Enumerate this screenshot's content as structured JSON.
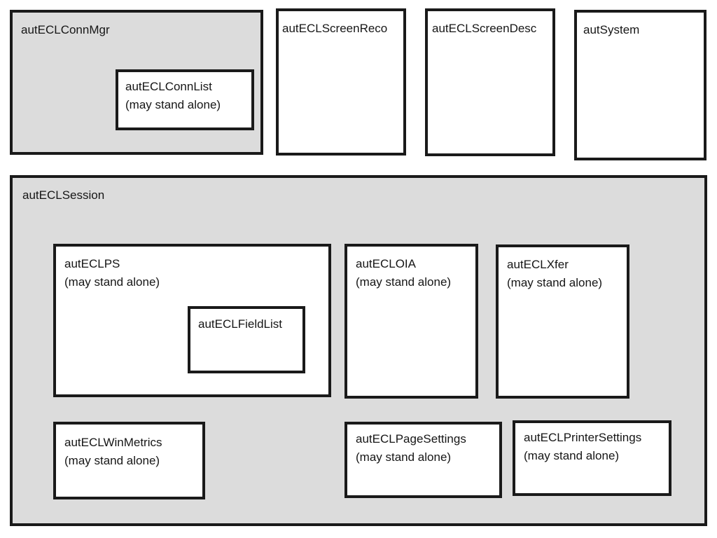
{
  "diagram": {
    "colors": {
      "container_fill": "#dcdcdc",
      "object_fill": "#ffffff",
      "border": "#1a1a1a",
      "text": "#161616"
    },
    "boxes": {
      "conn_mgr": {
        "label": "autECLConnMgr"
      },
      "conn_list": {
        "label": "autECLConnList",
        "note": "(may stand alone)"
      },
      "screen_reco": {
        "label": "autECLScreenReco"
      },
      "screen_desc": {
        "label": "autECLScreenDesc"
      },
      "system": {
        "label": "autSystem"
      },
      "session": {
        "label": "autECLSession"
      },
      "ps": {
        "label": "autECLPS",
        "note": "(may stand alone)"
      },
      "field_list": {
        "label": "autECLFieldList"
      },
      "oia": {
        "label": "autECLOIA",
        "note": "(may stand alone)"
      },
      "xfer": {
        "label": "autECLXfer",
        "note": "(may stand alone)"
      },
      "win_metrics": {
        "label": "autECLWinMetrics",
        "note": "(may stand alone)"
      },
      "page_settings": {
        "label": "autECLPageSettings",
        "note": "(may stand alone)"
      },
      "printer_settings": {
        "label": "autECLPrinterSettings",
        "note": "(may stand alone)"
      }
    }
  }
}
